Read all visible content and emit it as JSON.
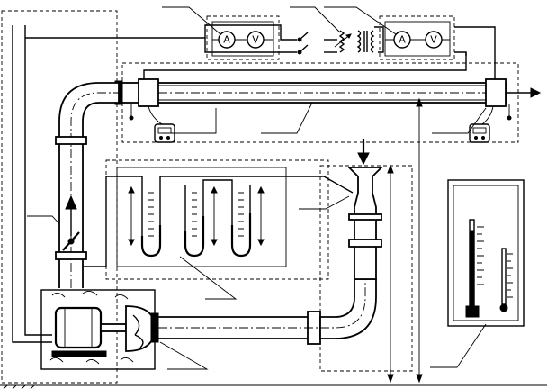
{
  "diagram": {
    "meters": [
      {
        "symbol": "A"
      },
      {
        "symbol": "V"
      },
      {
        "symbol": "A"
      },
      {
        "symbol": "V"
      }
    ]
  }
}
